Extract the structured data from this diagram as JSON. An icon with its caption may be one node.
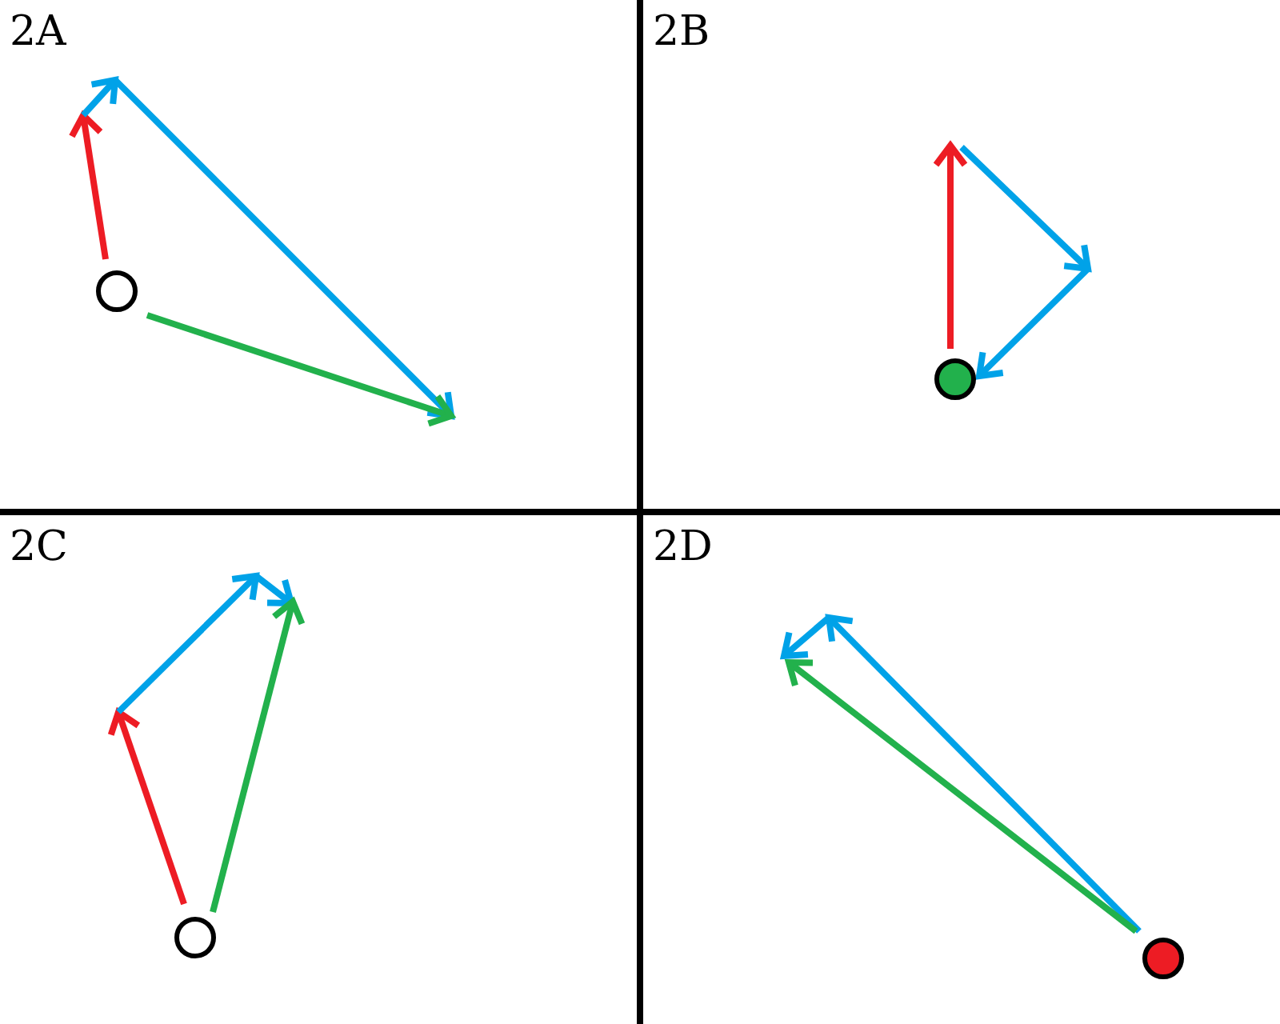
{
  "diagram": {
    "nodes": [
      {
        "text": [
          "2A"
        ]
      },
      {
        "text": [
          "2B"
        ]
      },
      {
        "text": [
          "2C"
        ]
      },
      {
        "text": [
          "2D"
        ]
      },
      {
        "text": [],
        "shape": "circle",
        "in": 0
      },
      {
        "text": [],
        "shape": "circle",
        "in": 1
      },
      {
        "text": [],
        "shape": "circle",
        "in": 2
      },
      {
        "text": [],
        "shape": "circle",
        "in": 3
      }
    ]
  }
}
